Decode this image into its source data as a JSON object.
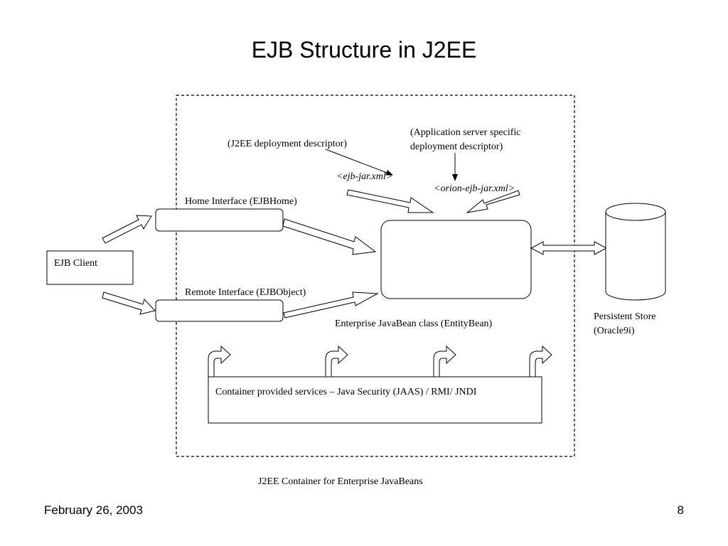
{
  "slide": {
    "title": "EJB Structure in J2EE",
    "date": "February 26, 2003",
    "page_number": "8"
  },
  "diagram": {
    "container_label": "J2EE Container for Enterprise JavaBeans",
    "client_label": "EJB Client",
    "home_interface_label": "Home Interface (EJBHome)",
    "remote_interface_label": "Remote Interface (EJBObject)",
    "bean_class_label": "Enterprise JavaBean class (EntityBean)",
    "j2ee_descriptor_label": "(J2EE deployment descriptor)",
    "ejb_jar_file": "<ejb-jar.xml>",
    "app_server_descriptor_line1": "(Application server specific",
    "app_server_descriptor_line2": "deployment descriptor)",
    "orion_file": "<orion-ejb-jar.xml>",
    "store_label_line1": "Persistent Store",
    "store_label_line2": "(Oracle9i)",
    "services_label": "Container provided services – Java Security (JAAS) / RMI/ JNDI"
  }
}
